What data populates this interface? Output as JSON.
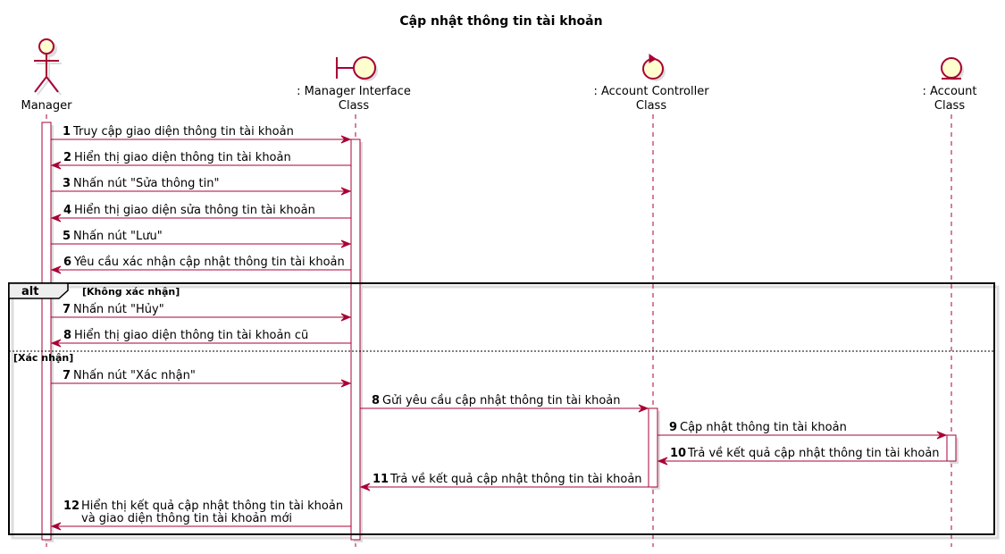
{
  "title": "Cập nhật thông tin tài khoản",
  "participants": [
    {
      "id": "manager",
      "type": "actor",
      "label_lines": [
        "Manager"
      ]
    },
    {
      "id": "ui",
      "type": "boundary",
      "label_lines": [
        ": Manager Interface",
        "Class"
      ]
    },
    {
      "id": "ctrl",
      "type": "control",
      "label_lines": [
        ": Account Controller",
        "Class"
      ]
    },
    {
      "id": "acct",
      "type": "entity",
      "label_lines": [
        ": Account",
        "Class"
      ]
    }
  ],
  "messages": [
    {
      "num": "1",
      "from": "manager",
      "to": "ui",
      "lines": [
        "Truy cập giao diện thông tin tài khoản"
      ]
    },
    {
      "num": "2",
      "from": "ui",
      "to": "manager",
      "lines": [
        "Hiển thị giao diện thông tin tài khoản"
      ]
    },
    {
      "num": "3",
      "from": "manager",
      "to": "ui",
      "lines": [
        "Nhấn nút \"Sửa thông tin\""
      ]
    },
    {
      "num": "4",
      "from": "ui",
      "to": "manager",
      "lines": [
        "Hiển thị giao diện sửa thông tin tài khoản"
      ]
    },
    {
      "num": "5",
      "from": "manager",
      "to": "ui",
      "lines": [
        "Nhấn nút \"Lưu\""
      ]
    },
    {
      "num": "6",
      "from": "ui",
      "to": "manager",
      "lines": [
        "Yêu cầu xác nhận cập nhật thông tin tài khoản"
      ]
    },
    {
      "num": "7",
      "from": "manager",
      "to": "ui",
      "lines": [
        "Nhấn nút \"Hủy\""
      ]
    },
    {
      "num": "8",
      "from": "ui",
      "to": "manager",
      "lines": [
        "Hiển thị giao diện thông tin tài khoản cũ"
      ]
    },
    {
      "num": "7",
      "from": "manager",
      "to": "ui",
      "lines": [
        "Nhấn nút \"Xác nhận\""
      ]
    },
    {
      "num": "8",
      "from": "ui",
      "to": "ctrl",
      "lines": [
        "Gửi yêu cầu cập nhật thông tin tài khoản"
      ]
    },
    {
      "num": "9",
      "from": "ctrl",
      "to": "acct",
      "lines": [
        "Cập nhật thông tin tài khoản"
      ]
    },
    {
      "num": "10",
      "from": "acct",
      "to": "ctrl",
      "lines": [
        "Trả về kết quả cập nhật thông tin tài khoản"
      ]
    },
    {
      "num": "11",
      "from": "ctrl",
      "to": "ui",
      "lines": [
        "Trả về kết quả cập nhật thông tin tài khoản"
      ]
    },
    {
      "num": "12",
      "from": "ui",
      "to": "manager",
      "lines": [
        "Hiển thị kết quả cập nhật thông tin tài khoản",
        "và giao diện thông tin tài khoản mới"
      ]
    }
  ],
  "alt_fragment": {
    "label": "alt",
    "guards": [
      "[Không xác nhận]",
      "[Xác nhận]"
    ]
  },
  "colors": {
    "border": "#a80036",
    "fill": "#fefece",
    "arrow": "#a80036",
    "lifeline": "#a80036",
    "shadow": "#dddddd"
  }
}
